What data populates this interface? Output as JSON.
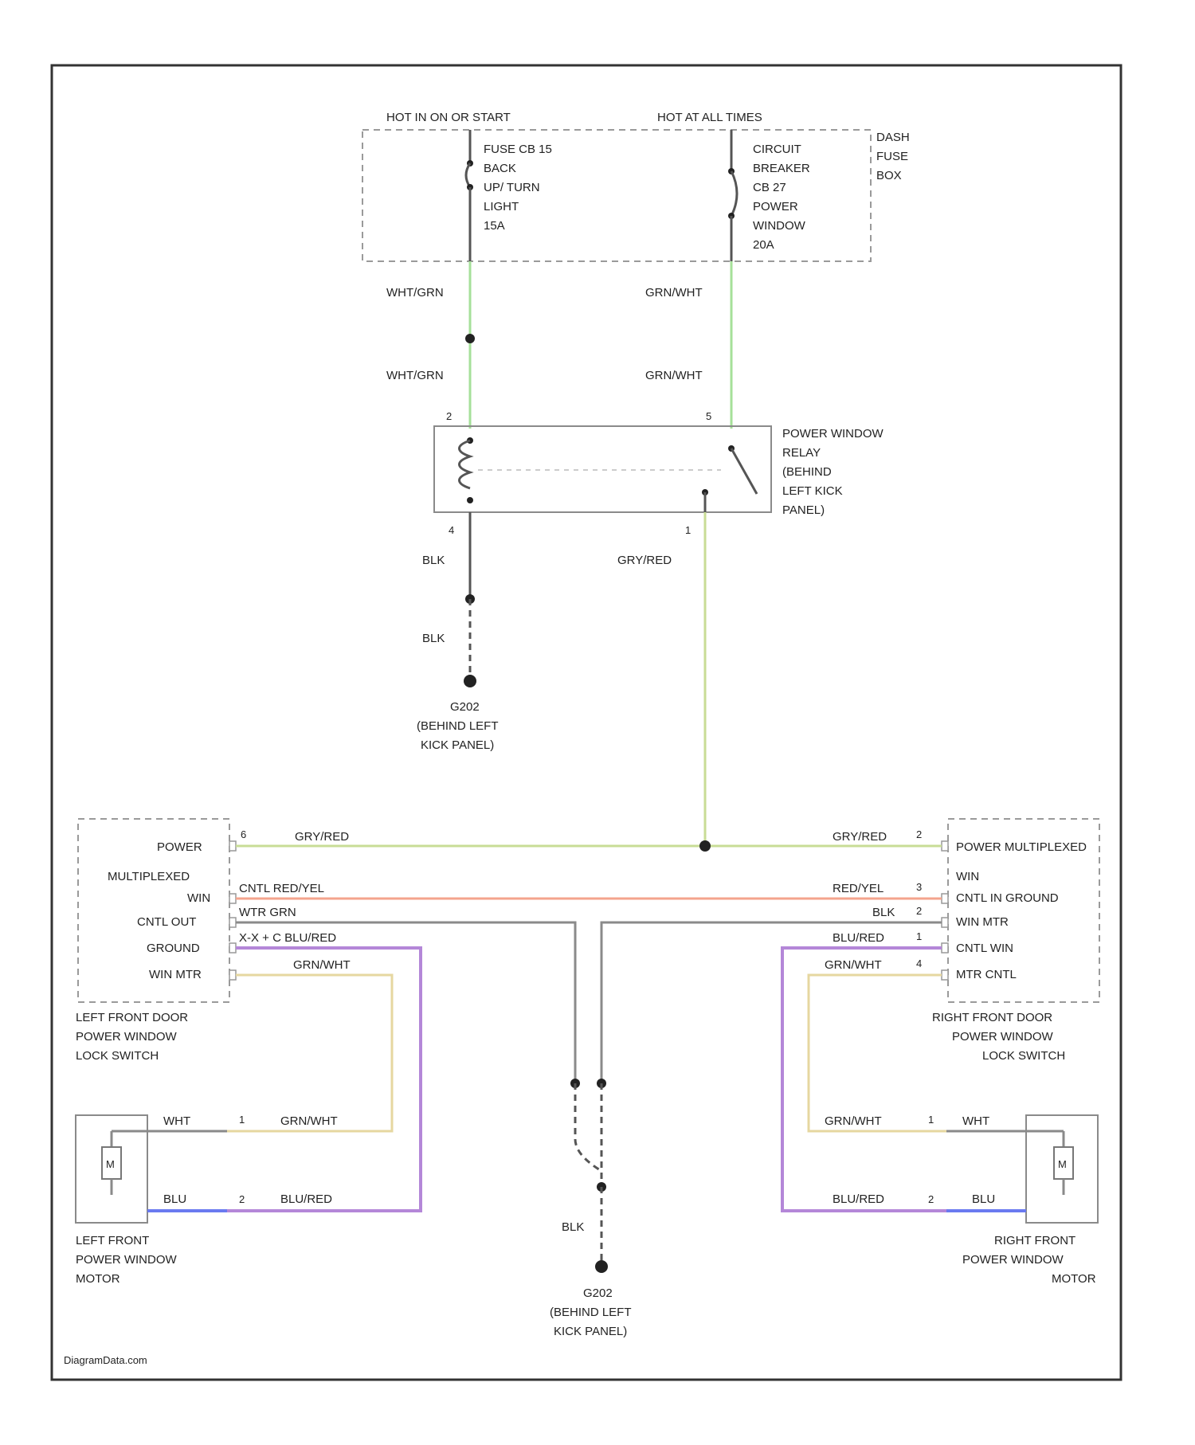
{
  "top": {
    "hot_run": "HOT IN ON OR START",
    "hot_all": "HOT AT ALL TIMES",
    "fuse_lines": [
      "FUSE CB 15",
      "BACK",
      "UP/ TURN",
      "LIGHT",
      "15A"
    ],
    "breaker_lines": [
      "CIRCUIT",
      "BREAKER",
      "CB 27",
      "POWER",
      "WINDOW",
      "20A"
    ],
    "dash_fuse_box": [
      "DASH",
      "FUSE",
      "BOX"
    ]
  },
  "wires": {
    "wht_grn": "WHT/GRN",
    "grn_wht": "GRN/WHT",
    "blk": "BLK",
    "gry_red": "GRY/RED",
    "red_yel": "RED/YEL",
    "blu_red": "BLU/RED",
    "grn_wht_short": "GRN/WHT",
    "wht": "WHT",
    "blu": "BLU",
    "cntl_red_yel": "CNTL RED/YEL",
    "wtr_grn": "WTR GRN",
    "lr_blu_red": "X-X + C BLU/RED"
  },
  "relay": {
    "label": [
      "POWER WINDOW",
      "RELAY",
      "(BEHIND",
      "LEFT KICK",
      "PANEL)"
    ],
    "pin_tl": "2",
    "pin_tr": "5",
    "pin_bl": "4",
    "pin_br": "1"
  },
  "ground": {
    "name": "G202",
    "loc1": [
      "G202",
      "(BEHIND LEFT",
      "KICK PANEL)"
    ],
    "loc2": [
      "G202",
      "(BEHIND LEFT",
      "KICK PANEL)"
    ]
  },
  "left_switch": {
    "rows": [
      "POWER",
      "MULTIPLEXED",
      "WIN",
      "CNTL OUT",
      "GROUND",
      "WIN MTR"
    ],
    "label": [
      "LEFT FRONT DOOR",
      "POWER WINDOW",
      "LOCK SWITCH"
    ],
    "pin_power": "6"
  },
  "right_switch": {
    "rows": [
      "POWER MULTIPLEXED",
      "WIN",
      "CNTL IN GROUND",
      "WIN MTR",
      "CNTL WIN",
      "MTR CNTL"
    ],
    "label": [
      "RIGHT FRONT DOOR",
      "POWER WINDOW",
      "LOCK SWITCH"
    ],
    "pins": [
      "2",
      "3",
      "2",
      "1",
      "4"
    ]
  },
  "left_motor": {
    "label": [
      "LEFT FRONT",
      "POWER WINDOW",
      "MOTOR"
    ],
    "symbol": "M",
    "pin1": "1",
    "pin2": "2"
  },
  "right_motor": {
    "label": [
      "RIGHT FRONT",
      "POWER WINDOW",
      "MOTOR"
    ],
    "symbol": "M",
    "pin1": "1",
    "pin2": "2"
  },
  "watermark": "DiagramData.com"
}
